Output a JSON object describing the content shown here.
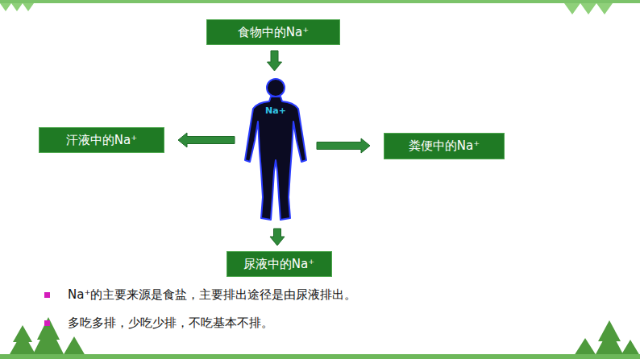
{
  "diagram": {
    "nodes": [
      {
        "text": [
          "食物中的Na⁺"
        ]
      },
      {
        "text": [
          "Na+"
        ]
      },
      {
        "text": [
          "汗液中的Na⁺"
        ]
      },
      {
        "text": [
          "粪便中的Na⁺"
        ]
      },
      {
        "text": [
          "尿液中的Na⁺"
        ]
      }
    ],
    "edges": [
      {
        "from": 0,
        "to": 1,
        "arrow": "to"
      },
      {
        "from": 1,
        "to": 2,
        "arrow": "to"
      },
      {
        "from": 1,
        "to": 3,
        "arrow": "to"
      },
      {
        "from": 1,
        "to": 4,
        "arrow": "to"
      }
    ],
    "labels": [
      "Na⁺的主要来源是食盐，主要排出途径是由尿液排出。",
      "多吃多排，少吃少排，不吃基本不排。"
    ]
  }
}
